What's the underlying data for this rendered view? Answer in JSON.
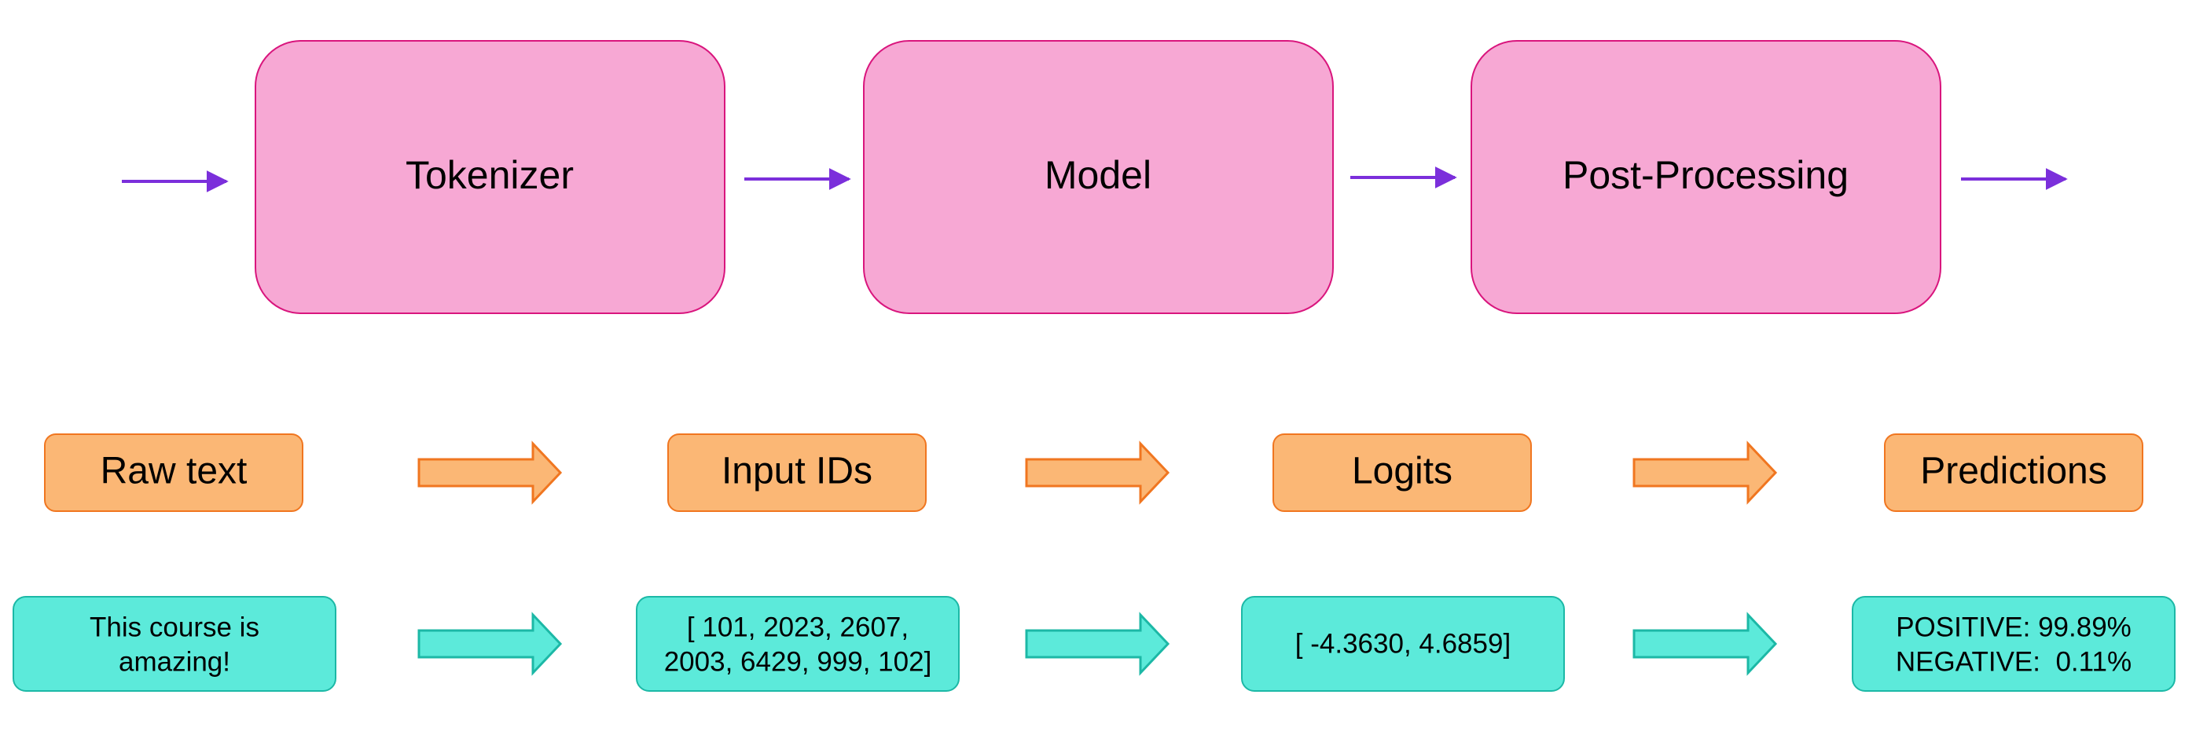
{
  "stages": [
    {
      "label": "Tokenizer"
    },
    {
      "label": "Model"
    },
    {
      "label": "Post-Processing"
    }
  ],
  "io_labels": [
    {
      "label": "Raw text"
    },
    {
      "label": "Input IDs"
    },
    {
      "label": "Logits"
    },
    {
      "label": "Predictions"
    }
  ],
  "values": [
    {
      "lines": [
        "This course is",
        "amazing!"
      ]
    },
    {
      "lines": [
        "[ 101, 2023, 2607,",
        "2003, 6429, 999, 102]"
      ]
    },
    {
      "lines": [
        "[ -4.3630, 4.6859]"
      ]
    },
    {
      "lines": [
        "POSITIVE: 99.89%",
        "NEGATIVE:  0.11%"
      ]
    }
  ],
  "colors": {
    "stage_fill": "#f7a8d4",
    "stage_stroke": "#d9157d",
    "io_fill": "#fbb775",
    "io_stroke": "#f07620",
    "value_fill": "#5ceada",
    "value_stroke": "#1cb8a6",
    "flow_arrow": "#7b2fdb",
    "block_arrow_orange": "#f07620",
    "block_arrow_teal": "#1cb8a6"
  }
}
